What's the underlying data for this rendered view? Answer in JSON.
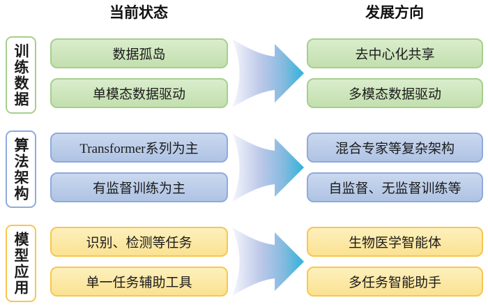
{
  "headers": {
    "current": "当前状态",
    "future": "发展方向"
  },
  "rows": [
    {
      "id": "training-data",
      "label": "训练数据",
      "theme": "green",
      "current": [
        "数据孤岛",
        "单模态数据驱动"
      ],
      "future": [
        "去中心化共享",
        "多模态数据驱动"
      ]
    },
    {
      "id": "algorithm-architecture",
      "label": "算法架构",
      "theme": "blue",
      "current": [
        "Transformer系列为主",
        "有监督训练为主"
      ],
      "future": [
        "混合专家等复杂架构",
        "自监督、无监督训练等"
      ]
    },
    {
      "id": "model-application",
      "label": "模型应用",
      "theme": "yellow",
      "current": [
        "识别、检测等任务",
        "单一任务辅助工具"
      ],
      "future": [
        "生物医学智能体",
        "多任务智能助手"
      ]
    }
  ],
  "colors": {
    "green_fill": "#C5E0B4",
    "green_border": "#A6CF8C",
    "blue_fill": "#B4C7E7",
    "blue_border": "#8FAADC",
    "yellow_fill": "#FFE699",
    "yellow_border": "#F8C64F",
    "arrow_gradient": [
      "#F5F6FC",
      "#BCC8E9",
      "#84BADF",
      "#30B2DB"
    ],
    "text": "#1B1B1B"
  }
}
